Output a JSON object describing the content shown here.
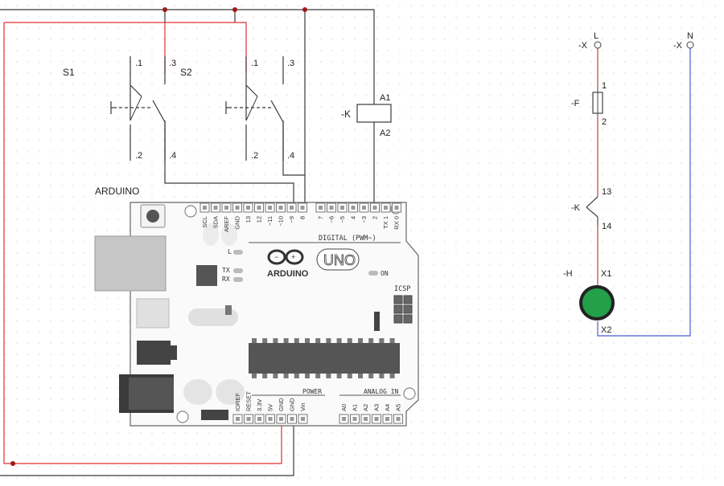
{
  "labels": {
    "s1": "S1",
    "s2": "S2",
    "arduino": "ARDUINO",
    "k_coil": "-K",
    "a1": "A1",
    "a2": "A2",
    "x_left": "-X",
    "x_right": "-X",
    "l": "L",
    "n": "N",
    "fuse": "-F",
    "f1": "1",
    "f2": "2",
    "k_contact": "-K",
    "k13": "13",
    "k14": "14",
    "lamp": "-H",
    "x1": "X1",
    "x2": "X2"
  },
  "switch_terminals": {
    "t1": ".1",
    "t2": ".2",
    "t3": ".3",
    "t4": ".4"
  },
  "board": {
    "digital_header": "DIGITAL (PWM~)",
    "power_header": "POWER",
    "analog_header": "ANALOG IN",
    "icsp": "ICSP",
    "on": "ON",
    "l_led": "L",
    "tx": "TX",
    "rx": "RX",
    "brand": "ARDUINO",
    "model": "UNO",
    "top_pins_left": [
      "SCL",
      "SDA",
      "AREF",
      "GND",
      "13",
      "12",
      "~11",
      "~10",
      "~9",
      "8"
    ],
    "top_pins_right": [
      "7",
      "~6",
      "~5",
      "4",
      "~3",
      "2",
      "TX 1",
      "RX 0"
    ],
    "bottom_power_pins": [
      "IOREF",
      "RESET",
      "3.3V",
      "5V",
      "GND",
      "GND",
      "Vin"
    ],
    "bottom_analog_pins": [
      "A0",
      "A1",
      "A2",
      "A3",
      "A4",
      "A5"
    ]
  },
  "colors": {
    "wire_black": "#3a3a3a",
    "wire_red": "#e03030",
    "wire_red_dark": "#b03030",
    "wire_blue": "#4a5cd0",
    "junction": "#a01818",
    "lamp_green": "#22a04a",
    "board_fill": "#fafafa",
    "chip": "#555555",
    "grid_dot": "#d8d8d8"
  }
}
